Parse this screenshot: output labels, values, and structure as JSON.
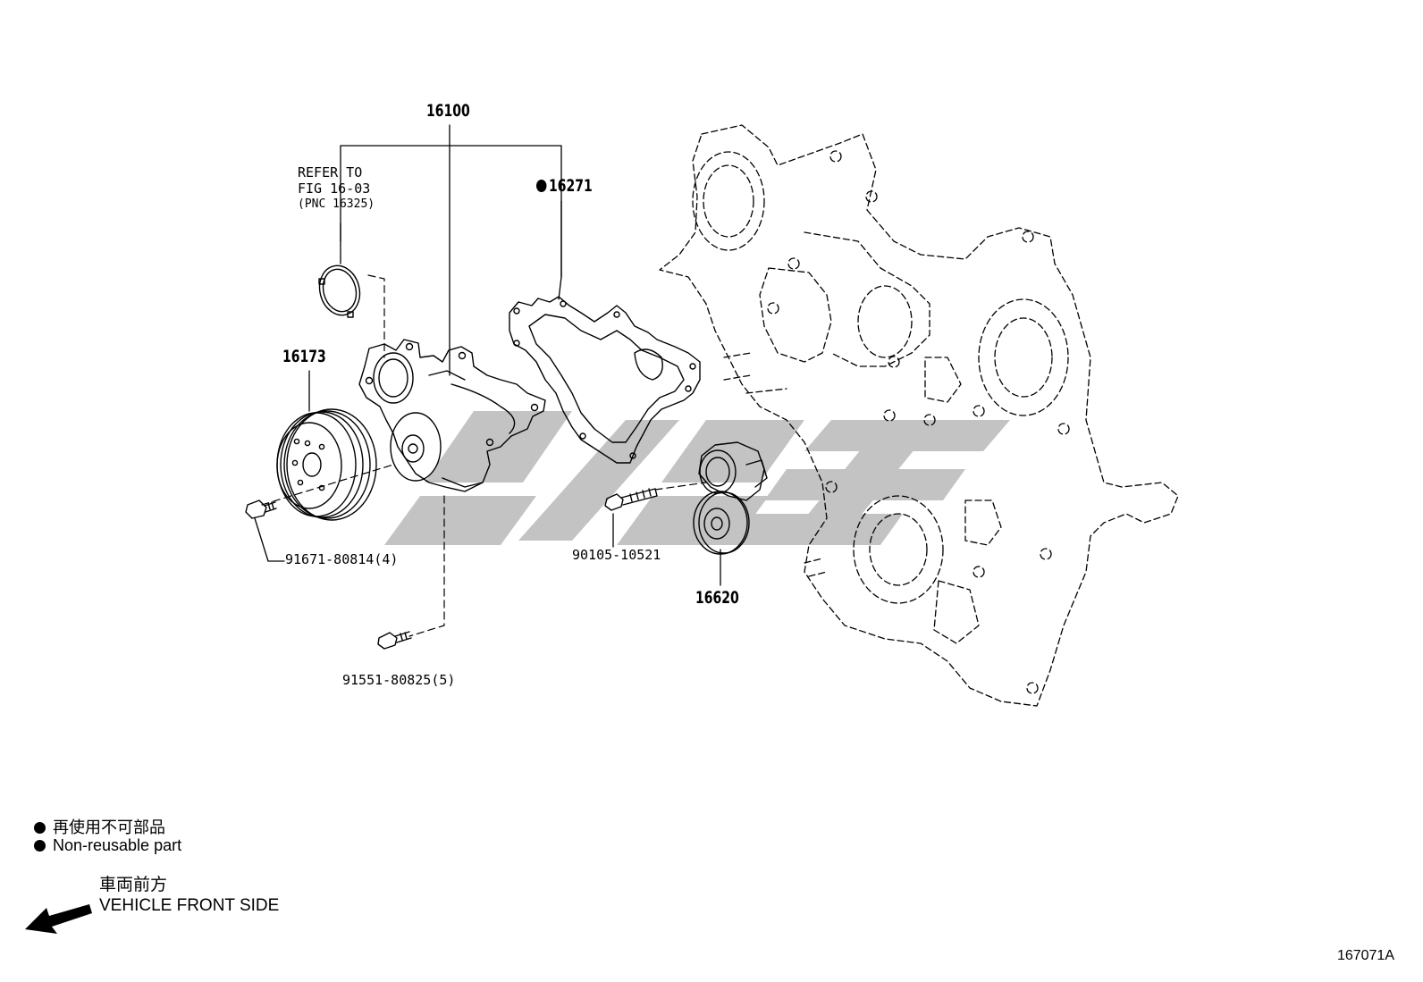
{
  "labels": {
    "water_pump_assy": "16100",
    "gasket": "16271",
    "pulley": "16173",
    "tensioner": "16620"
  },
  "part_numbers": {
    "pulley_bolt": "91671-80814(4)",
    "pump_bolt": "91551-80825(5)",
    "tensioner_bolt": "90105-10521"
  },
  "refer": {
    "line1": "REFER TO",
    "line2": "FIG 16-03",
    "line3": "(PNC 16325)"
  },
  "legend": {
    "jp": "再使用不可部品",
    "en": "Non-reusable part"
  },
  "direction": {
    "jp": "車両前方",
    "en": "VEHICLE FRONT SIDE"
  },
  "figure_id": "167071A",
  "colors": {
    "ink": "#000000",
    "watermark": "#bdbdbd"
  }
}
